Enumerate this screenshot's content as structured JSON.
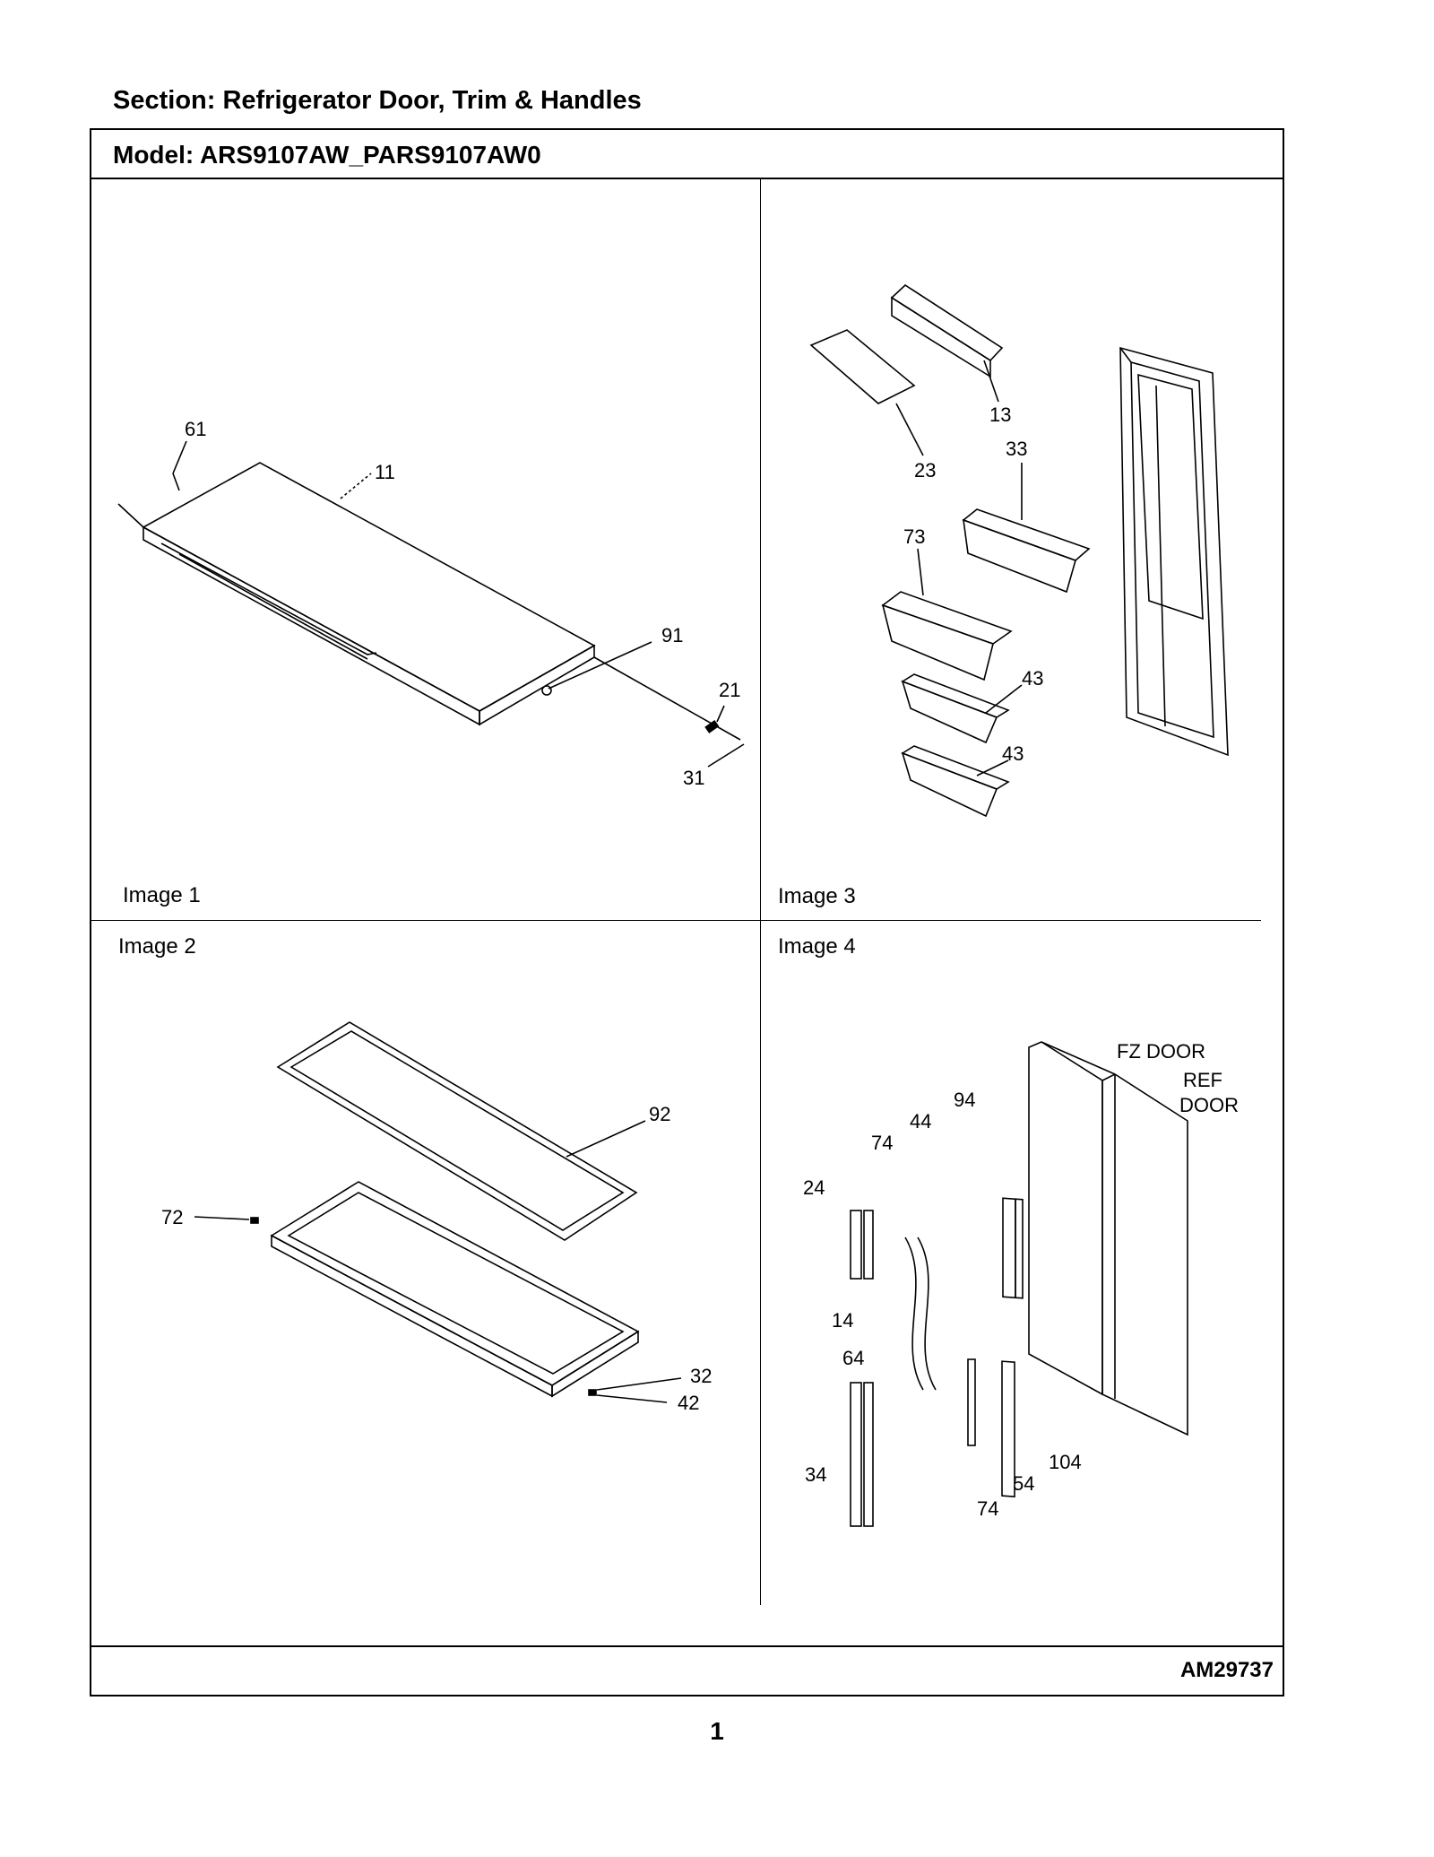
{
  "header": {
    "section": "Section:  Refrigerator Door, Trim & Handles",
    "model": "Model:  ARS9107AW_PARS9107AW0"
  },
  "footer": {
    "drawing_number": "AM29737",
    "page_number": "1"
  },
  "panels": {
    "image1": {
      "label": "Image 1",
      "callouts": [
        "61",
        "11",
        "91",
        "21",
        "31"
      ]
    },
    "image2": {
      "label": "Image 2",
      "callouts": [
        "92",
        "72",
        "32",
        "42"
      ]
    },
    "image3": {
      "label": "Image 3",
      "callouts": [
        "13",
        "23",
        "33",
        "73",
        "43",
        "43"
      ]
    },
    "image4": {
      "label": "Image 4",
      "callouts": [
        "94",
        "44",
        "74",
        "24",
        "14",
        "64",
        "34",
        "104",
        "54",
        "74"
      ],
      "door_labels": [
        "FZ DOOR",
        "REF",
        "DOOR"
      ]
    }
  }
}
